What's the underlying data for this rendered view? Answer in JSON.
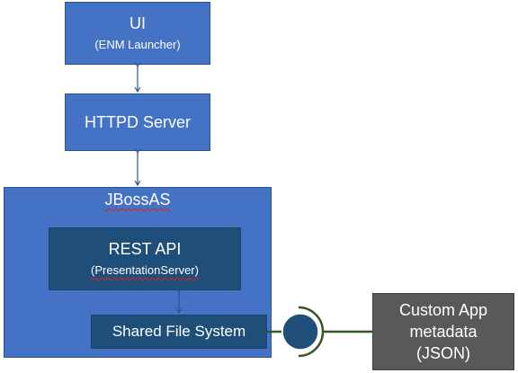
{
  "ui_box": {
    "title": "UI",
    "subtitle": "(ENM Launcher)"
  },
  "httpd_box": {
    "title": "HTTPD Server"
  },
  "jboss_box": {
    "title": "JBossAS"
  },
  "rest_box": {
    "title": "REST API",
    "subtitle": "(PresentationServer)"
  },
  "shared_fs_box": {
    "title": "Shared File System"
  },
  "custom_app_box": {
    "line1": "Custom App",
    "line2": "metadata",
    "line3": "(JSON)"
  },
  "colors": {
    "box_blue": "#4472c4",
    "box_navy": "#1f4e79",
    "box_gray": "#595959",
    "connector": "#2f528f",
    "socket_green": "#375623",
    "text": "#ffffff"
  }
}
